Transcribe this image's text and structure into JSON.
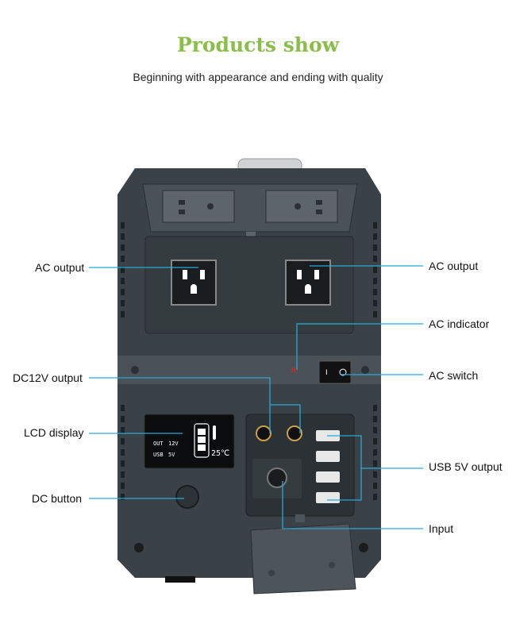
{
  "header": {
    "title": "Products show",
    "subtitle": "Beginning with appearance and ending with quality"
  },
  "callouts": {
    "ac_output_left": "AC output",
    "ac_output_right": "AC output",
    "ac_indicator": "AC indicator",
    "dc12v_output": "DC12V output",
    "ac_switch": "AC switch",
    "lcd_display": "LCD display",
    "usb_output": "USB 5V output",
    "dc_button": "DC button",
    "input": "Input"
  },
  "lcd": {
    "out_label": "OUT",
    "out_value": "12V",
    "usb_label": "USB",
    "usb_value": "5V",
    "temp": "25℃"
  },
  "colors": {
    "title": "#8bbd4a",
    "callout_line": "#29a8d6",
    "body": "#2c3337"
  }
}
